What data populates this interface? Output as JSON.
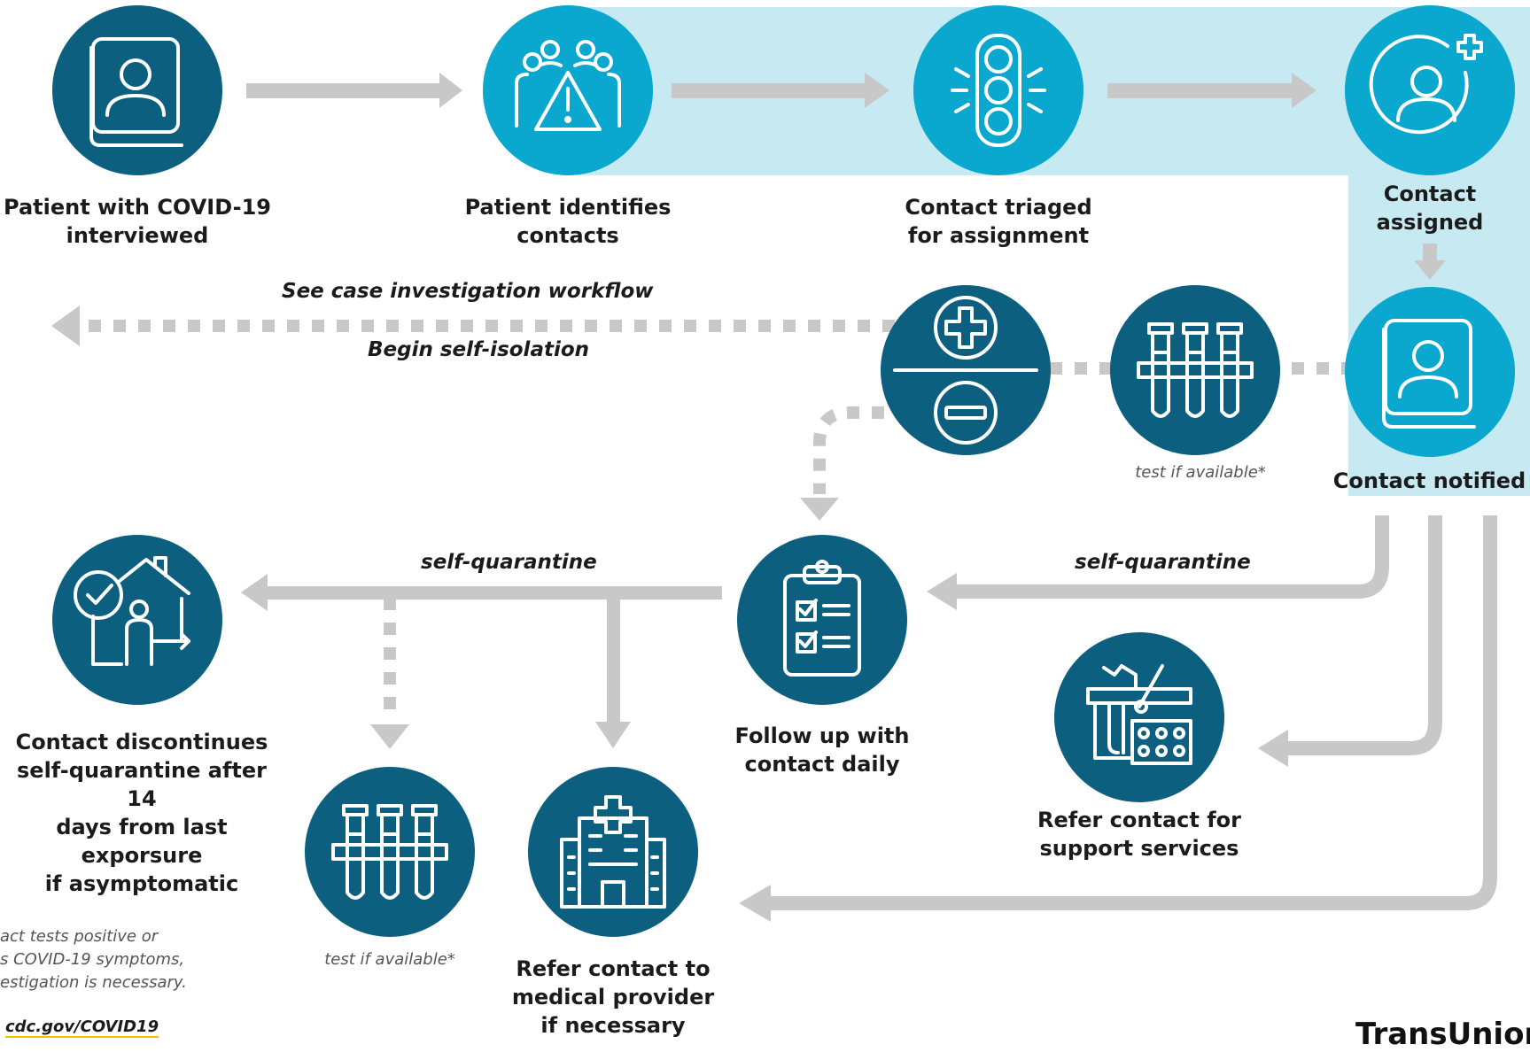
{
  "colors": {
    "dark_blue": "#0d5f80",
    "light_blue": "#0aa7cf",
    "highlight": "#c6e9f2",
    "arrow_gray": "#c8c8c8"
  },
  "nodes": {
    "interviewed": {
      "label1": "Patient with COVID-19",
      "label2": "interviewed",
      "icon": "patient-record-icon"
    },
    "identifies": {
      "label1": "Patient identifies",
      "label2": "contacts",
      "icon": "group-warning-icon"
    },
    "triaged": {
      "label1": "Contact triaged",
      "label2": "for assignment",
      "icon": "traffic-light-icon"
    },
    "assigned": {
      "label1": "Contact",
      "label2": "assigned",
      "icon": "add-user-icon"
    },
    "notified": {
      "label": "Contact notified",
      "icon": "patient-record-icon"
    },
    "test_result": {
      "icon": "positive-negative-icon"
    },
    "test_top": {
      "caption": "test if available*",
      "icon": "test-tubes-icon"
    },
    "follow_up": {
      "label1": "Follow up with",
      "label2": "contact daily",
      "icon": "clipboard-checklist-icon"
    },
    "support": {
      "label1": "Refer contact for",
      "label2": "support services",
      "icon": "grocery-basket-icon"
    },
    "discontinue": {
      "label1": "Contact discontinues",
      "label2": "self-quarantine after 14",
      "label3": "days from last exporsure",
      "label4": "if asymptomatic",
      "icon": "house-check-icon"
    },
    "test_bottom": {
      "caption": "test if available*",
      "icon": "test-tubes-icon"
    },
    "medical": {
      "label1": "Refer contact to",
      "label2": "medical provider",
      "label3": "if necessary",
      "icon": "hospital-icon"
    }
  },
  "flow_labels": {
    "case_workflow": "See case investigation workflow",
    "self_isolation": "Begin self-isolation",
    "self_quarantine_right": "self-quarantine",
    "self_quarantine_left": "self-quarantine"
  },
  "footnote": {
    "line1": "act tests positive or",
    "line2": "s COVID-19 symptoms,",
    "line3": "estigation is necessary."
  },
  "source_link": "cdc.gov/COVID19",
  "brand_text": "TransUnion"
}
